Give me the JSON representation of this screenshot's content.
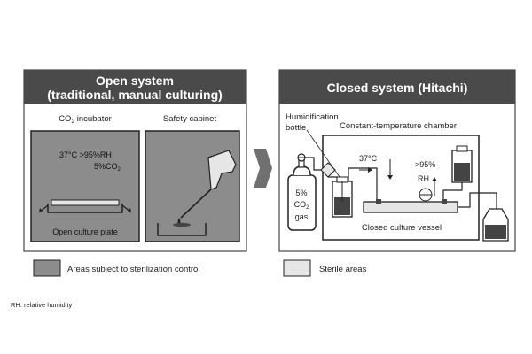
{
  "open_panel": {
    "title_line1": "Open system",
    "title_line2": "(traditional, manual culturing)",
    "incubator_label_prefix": "CO",
    "incubator_label_sub": "2",
    "incubator_label_suffix": " incubator",
    "cabinet_label": "Safety cabinet",
    "incubator_condition_1": "37°C >95%RH",
    "incubator_condition_2_prefix": "5%CO",
    "incubator_condition_2_sub": "2",
    "plate_label": "Open culture plate"
  },
  "closed_panel": {
    "title": "Closed system (Hitachi)",
    "humidification_line1": "Humidification",
    "humidification_line2": "bottle",
    "chamber_label": "Constant-temperature chamber",
    "temp_label": "37°C",
    "humidity_label": ">95%",
    "rh_label": "RH",
    "gas_line1": "5%",
    "gas_line2_prefix": "CO",
    "gas_line2_sub": "2",
    "gas_line3": "gas",
    "vessel_label": "Closed culture vessel"
  },
  "legend": {
    "sterilization_label": "Areas subject to sterilization control",
    "sterile_label": "Sterile areas"
  },
  "footnote": "RH: relative humidity",
  "colors": {
    "header": "#4a4a4a",
    "sterilization": "#8c8c8c",
    "sterile": "#e6e6e6",
    "outline": "#222222"
  }
}
